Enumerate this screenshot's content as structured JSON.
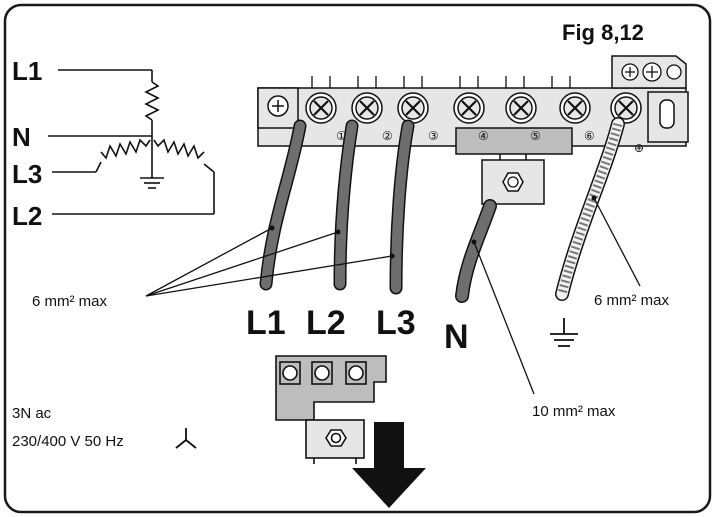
{
  "figure": {
    "title": "Fig 8,12"
  },
  "schematic": {
    "labels": [
      "L1",
      "N",
      "L3",
      "L2"
    ]
  },
  "terminal_block": {
    "terminal_numbers": [
      "①",
      "②",
      "③",
      "④",
      "⑤",
      "⑥",
      "⊕"
    ],
    "ground_mark": "⏚"
  },
  "wire_labels": {
    "phases": [
      "L1",
      "L2",
      "L3"
    ],
    "neutral": "N",
    "phase_wire_spec": "6 mm² max",
    "earth_wire_spec": "6 mm² max",
    "neutral_wire_spec": "10 mm² max"
  },
  "supply": {
    "line1": "3N ac",
    "line2": "230/400 V 50 Hz"
  },
  "colors": {
    "line": "#111111",
    "frame": "#1a1a1a",
    "wire_gray": "#6e6e6e",
    "metal_light": "#e6e6e6",
    "metal_mid": "#c8c8c8",
    "bridge_gray": "#bdbdbd",
    "arrow": "#111111"
  }
}
